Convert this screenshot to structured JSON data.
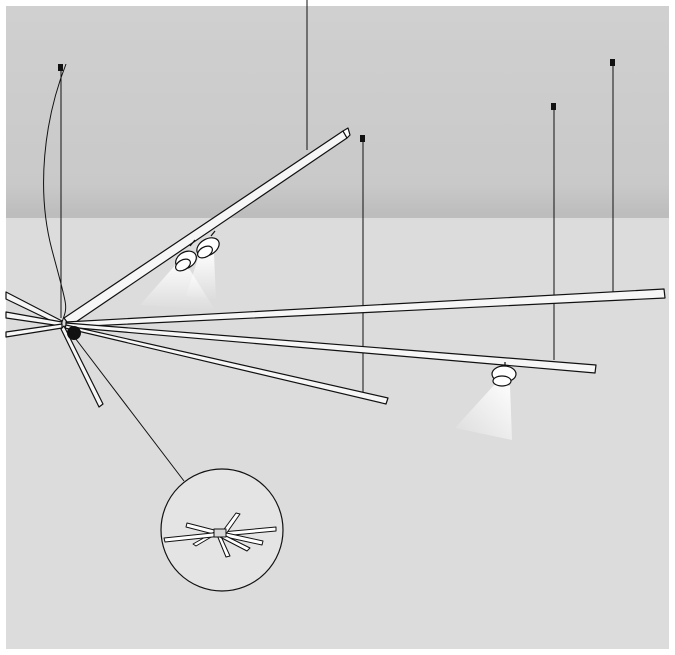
{
  "scene": {
    "subject": "linear-track-pendant-system",
    "colors": {
      "background": "#ffffff",
      "ceiling_top": "#cdcdcd",
      "ceiling_edge": "#bdbdbd",
      "wall": "#dcdcdc",
      "line": "#111111",
      "profile": "#f6f6f6",
      "spot_body": "#ffffff",
      "light_beam": "#ffffff",
      "hub": "#111111",
      "detail_fill": "#e4e4e4"
    },
    "icons": [
      "suspension-cable",
      "ceiling-anchor",
      "linear-profile",
      "spotlight",
      "connector-hub",
      "detail-magnifier"
    ]
  }
}
